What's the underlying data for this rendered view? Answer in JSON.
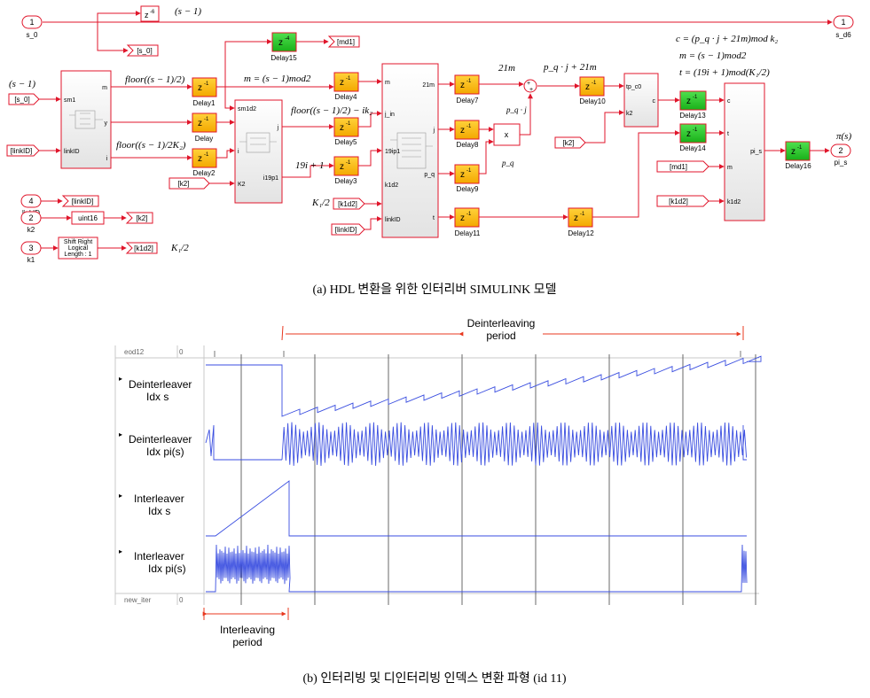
{
  "ports": {
    "s0": {
      "num": "1",
      "name": "s_0"
    },
    "linkID": {
      "num": "4",
      "name": "linkID"
    },
    "k2": {
      "num": "2",
      "name": "k2"
    },
    "k1": {
      "num": "3",
      "name": "k1"
    },
    "sd6": {
      "num": "1",
      "name": "s_d6"
    },
    "pis": {
      "num": "2",
      "name": "pi_s"
    }
  },
  "tags": {
    "s0": "[s_0]",
    "md1": "[md1]",
    "linkID": "[linkID]",
    "k2": "[k2]",
    "k1d2": "[k1d2]"
  },
  "blocks": {
    "z6": "z",
    "z6_exp": "-6",
    "z1": "z",
    "z1_exp": "-1",
    "z4_exp": "-4",
    "uint16": "uint16",
    "shift": [
      "Shift Right",
      "Logical",
      "Length : 1"
    ],
    "x": "x",
    "plus": "+",
    "delays": {
      "d15": "Delay15",
      "d1": "Delay1",
      "d": "Delay",
      "d2": "Delay2",
      "d4": "Delay4",
      "d5": "Delay5",
      "d3": "Delay3",
      "d7": "Delay7",
      "d8": "Delay8",
      "d9": "Delay9",
      "d11": "Delay11",
      "d10": "Delay10",
      "d12": "Delay12",
      "d13": "Delay13",
      "d14": "Delay14",
      "d16": "Delay16"
    }
  },
  "subsystems": {
    "s1": {
      "in": [
        "sm1",
        "linkID"
      ],
      "out": [
        "m",
        "y",
        "i"
      ]
    },
    "s2": {
      "in": [
        "sm1d2",
        "i",
        "K2"
      ],
      "out": [
        "j",
        "i19p1"
      ]
    },
    "s3": {
      "in": [
        "m",
        "j_in",
        "19ip1",
        "k1d2",
        "linkID"
      ],
      "out": [
        "21m",
        "j",
        "p_q",
        "t"
      ]
    },
    "s4": {
      "in": [
        "tp_c0",
        "k2"
      ],
      "out": [
        "c"
      ]
    },
    "s5": {
      "in": [
        "c",
        "t",
        "m",
        "k1d2"
      ],
      "out": [
        "pi_s"
      ]
    }
  },
  "math": {
    "s_minus_1_top": "(s − 1)",
    "s_minus_1_left": "(s − 1)",
    "floor1": "floor((s − 1)/2)",
    "floor2": "floor((s − 1)/2K₂)",
    "m_eq": "m = (s − 1)mod2",
    "floor3": "floor((s − 1)/2) − ik₂",
    "i19": "19i + 1",
    "K1_2a": "K₁/2",
    "K1_2b": "K₁/2",
    "m21": "21m",
    "pqj21m": "p_q · j + 21m",
    "pqj": "p_q · j",
    "pq": "p_q",
    "c_eq": "c = (p_q · j + 21m)mod  k₂",
    "m_eq2": "m = (s − 1)mod2",
    "t_eq": "t = (19i + 1)mod(K₁/2)",
    "pi_s": "π(s)"
  },
  "caption_a": "(a)  HDL  변환을  위한  인터리버  SIMULINK  모델",
  "caption_b": "(b)  인터리빙  및  디인터리빙  인덱스  변환  파형  (id  11)",
  "waveform": {
    "deinterleaving_label": [
      "Deinterleaving",
      "period"
    ],
    "interleaving_label": [
      "Interleaving",
      "period"
    ],
    "signals": [
      {
        "name": "eod12",
        "value": "0"
      },
      {
        "name": "Deinterleaver Idx s",
        "lines": [
          "Deinterleaver",
          "Idx s"
        ]
      },
      {
        "name": "Deinterleaver Idx pi(s)",
        "lines": [
          "Deinterleaver",
          "Idx pi(s)"
        ]
      },
      {
        "name": "Interleaver Idx s",
        "lines": [
          "Interleaver",
          "Idx s"
        ]
      },
      {
        "name": "Interleaver Idx pi(s)",
        "lines": [
          "Interleaver",
          "Idx pi(s)"
        ]
      },
      {
        "name": "new_iter",
        "value": "0"
      }
    ]
  }
}
